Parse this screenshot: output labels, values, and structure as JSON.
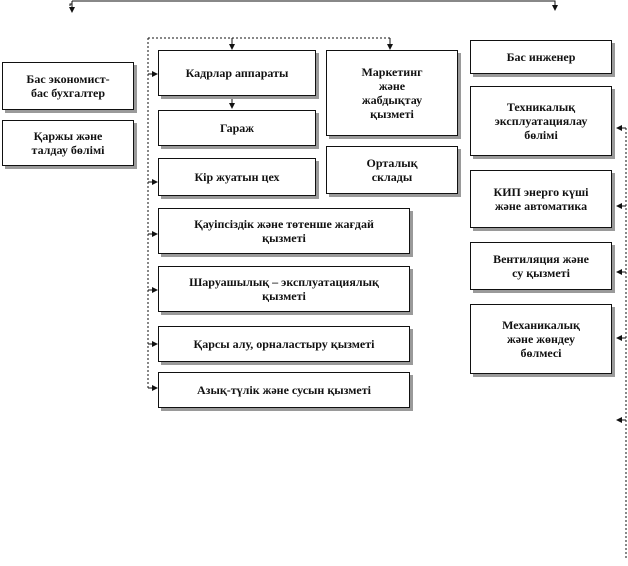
{
  "left_column": {
    "chief_economist": "Бас экономист-\nбас бухгалтер",
    "finance_dept": "Қаржы және\nталдау бөлімі"
  },
  "middle_column": {
    "hr": "Кадрлар аппараты",
    "garage": "Гараж",
    "laundry": "Кір жуатын цех",
    "safety": "Қауіпсіздік және төтенше жағдай\nқызметі",
    "household": "Шаруашылық – эксплуатациялық\nқызметі",
    "reception": "Қарсы алу, орналастыру қызметі",
    "food": "Азық-түлік және сусын қызметі",
    "marketing": "Маркетинг\nжәне\nжабдықтау\nқызметі",
    "warehouse": "Орталық\nсклады"
  },
  "right_column": {
    "chief_engineer": "Бас инженер",
    "tech_ops": "Техникалық\nэксплуатациялау\nбөлімі",
    "kip": "КИП энерго күші\nжәне автоматика",
    "ventilation": "Вентиляция және\nсу қызметі",
    "mechanical": "Механикалық\nжәне жөндеу\nбөлмесі"
  }
}
